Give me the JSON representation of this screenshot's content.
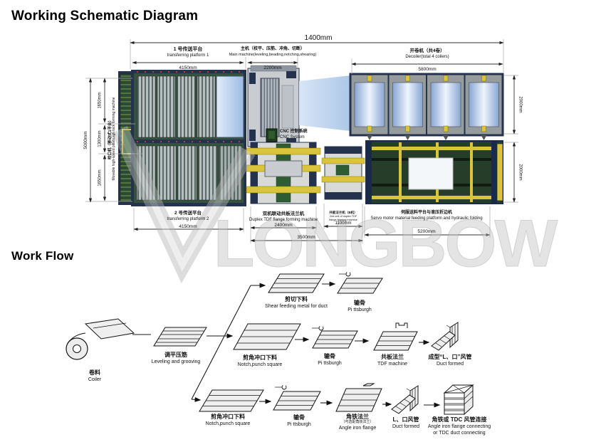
{
  "page": {
    "title_schematic": "Working Schematic Diagram",
    "title_workflow": "Work Flow",
    "watermark": "LONGBOW",
    "colors": {
      "navy": "#24324e",
      "machine_green": "#34523d",
      "yellow": "#d9c43c",
      "coil_blue": "#9db8dc",
      "watermark_gray": "#c4c4c4"
    }
  },
  "sch": {
    "d1400": "1400mm",
    "d4150a": "4150mm",
    "d2200": "2200mm",
    "d5800": "5800mm",
    "d5000": "5000mm",
    "d1650a": "1650mm",
    "d1300": "1300mm",
    "d1650b": "1650mm",
    "d2000a": "2000mm",
    "d2000b": "2000mm",
    "d4150b": "4150mm",
    "d2400": "2400mm",
    "d1100": "1100mm",
    "d3500": "3500mm",
    "d5200": "5200mm",
    "p1cn": "1 号传送平台",
    "p1en": "transferring platform 1",
    "maincn": "主机（校平、压筋、冲角、切断）",
    "mainen": "Main machine(leveling,beading,notching,shearing)",
    "deccn": "开卷机（共4卷）",
    "decen": "Decoiler(total 4 coilers)",
    "movcn": "咬口机（移动式1平台）",
    "moven": "Movable high-speed pittsburgh lock forming machine",
    "cnccn": "CNC 控制系统",
    "cncen": "CNC System",
    "p2cn": "2 号传送平台",
    "p2en": "transferring platform 2",
    "tdfcn": "双机联动共板法兰机",
    "tdfen": "Duplex TDF flange forming machine",
    "tdfbcn": "共板法兰机（B机）",
    "tdfben1": "2nd unit of duplex TDF",
    "tdfben2": "flange forming machine",
    "servocn": "伺服送料平台与液压折边机",
    "servoen": "Servo motor material feeding platform and hydraulic folding"
  },
  "wf": {
    "coilercn": "卷料",
    "coileren": "Coiler",
    "levelcn": "调平压筋",
    "levelen": "Leveling and grooving",
    "shearcn": "剪切下料",
    "shearen": "Shear feeding metal for duct",
    "pitt1cn": "辘骨",
    "pitt1en": "Pi ttsburgh",
    "notchmcn": "剪角冲口下料",
    "notchmen": "Notch,punch square",
    "pittmcn": "辘骨",
    "pittmen": "Pi ttsburgh",
    "tdfmcn": "共板法兰",
    "tdfmen": "TDF machine",
    "ductmcn": "成型“L、口”风管",
    "ductmen": "Duct formed",
    "notchbcn": "剪角冲口下料",
    "notchben": "Notch,punch square",
    "pittbcn": "辘骨",
    "pittben": "Pi ttsburgh",
    "anglecn": "角铁法兰",
    "anglesub": "（可选配角铁法兰）",
    "angleen": "Angle iron flange",
    "ductbcn": "L、口风管",
    "ductben": "Duct formed",
    "tdccn": "角铁或 TDC 风管连接",
    "tdcen1": "Angle iron flange connecting",
    "tdcen2": "or TDC duct connecting"
  }
}
